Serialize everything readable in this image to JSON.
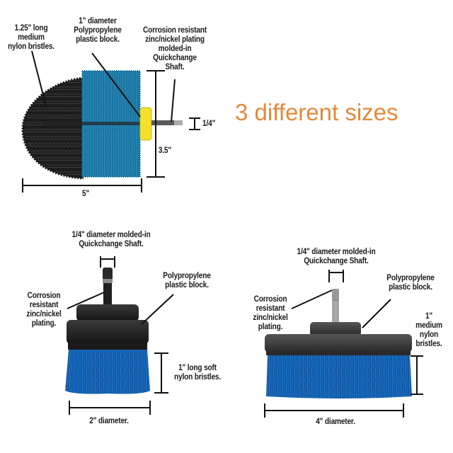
{
  "headline": {
    "text": "3 different sizes",
    "color": "#e08a3c"
  },
  "brush_large_round": {
    "labels": {
      "bristles": "1.25\" long\nmedium\nnylon bristles.",
      "block": "1\" diameter\nPolypropylene\nplastic block.",
      "shaft": "Corrosion resistant\nzinc/nickel plating\nmolded-in\nQuickchange\nShaft."
    },
    "dimensions": {
      "shaft": "1/4\"",
      "height": "3.5\"",
      "width": "5\""
    },
    "colors": {
      "bristles_black": "#1c1c1c",
      "bristles_blue": "#1f7fb0",
      "hub": "#f2e22a"
    }
  },
  "brush_small_flat": {
    "labels": {
      "shaft": "1/4\" diameter molded-in\nQuickchange Shaft.",
      "plating": "Corrosion\nresistant\nzinc/nickel\nplating.",
      "block": "Polypropylene\nplastic block.",
      "bristles": "1\" long soft\nnylon bristles."
    },
    "dimensions": {
      "diameter": "2\" diameter."
    },
    "colors": {
      "block": "#1e1e1e",
      "bristles": "#1565b8"
    }
  },
  "brush_wide_flat": {
    "labels": {
      "shaft": "1/4\" diameter molded-in\nQuickchange Shaft.",
      "plating": "Corrosion\nresistant\nzinc/nickel\nplating.",
      "block": "Polypropylene\nplastic block.",
      "bristles": "1\"\nmedium\nnylon\nbristles."
    },
    "dimensions": {
      "diameter": "4\" diameter."
    },
    "colors": {
      "block": "#3a3a3a",
      "bristles": "#1565b8"
    }
  }
}
